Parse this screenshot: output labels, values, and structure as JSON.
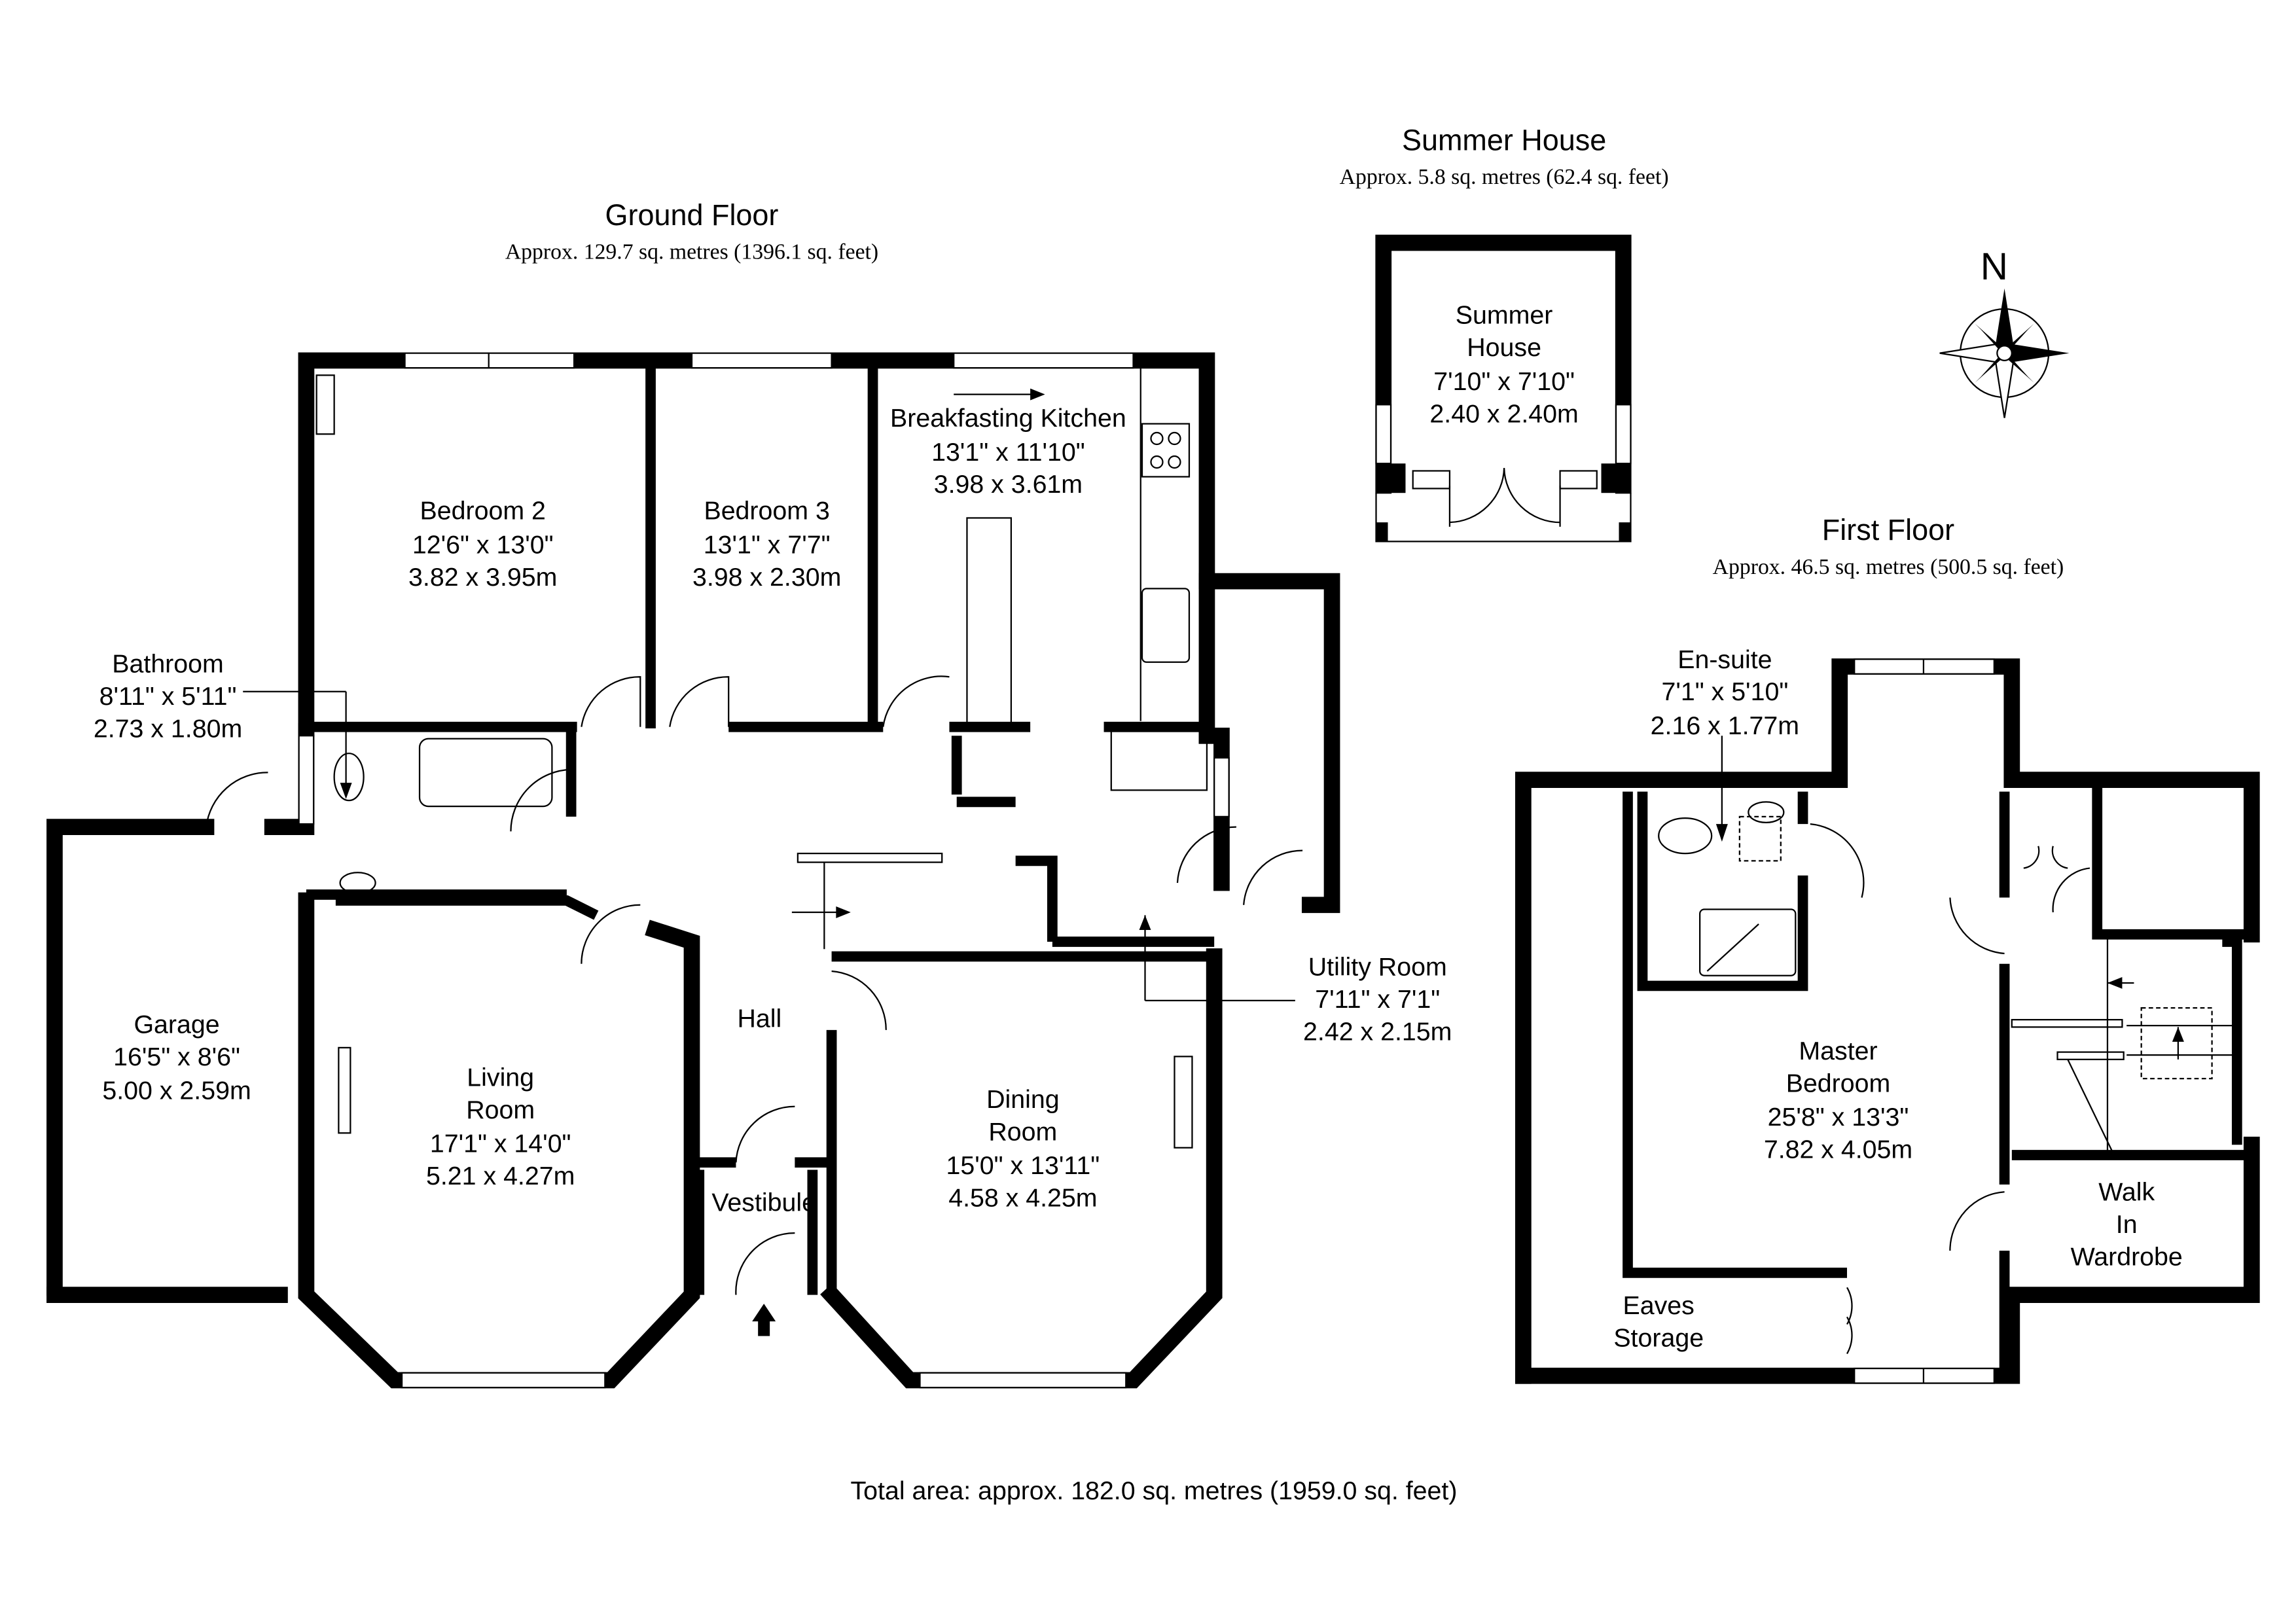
{
  "ground_floor": {
    "title": "Ground Floor",
    "area": "Approx. 129.7 sq. metres (1396.1 sq. feet)"
  },
  "summer_house_block": {
    "title": "Summer House",
    "area": "Approx. 5.8 sq. metres (62.4 sq. feet)"
  },
  "first_floor": {
    "title": "First Floor",
    "area": "Approx. 46.5 sq. metres (500.5 sq. feet)"
  },
  "compass": {
    "label": "N"
  },
  "rooms": {
    "bedroom2": {
      "name": "Bedroom 2",
      "imperial": "12'6\" x 13'0\"",
      "metric": "3.82 x 3.95m"
    },
    "bedroom3": {
      "name": "Bedroom 3",
      "imperial": "13'1\" x 7'7\"",
      "metric": "3.98 x 2.30m"
    },
    "kitchen": {
      "name": "Breakfasting Kitchen",
      "imperial": "13'1\" x 11'10\"",
      "metric": "3.98 x 3.61m"
    },
    "bathroom": {
      "name": "Bathroom",
      "imperial": "8'11\" x 5'11\"",
      "metric": "2.73 x 1.80m"
    },
    "garage": {
      "name": "Garage",
      "imperial": "16'5\" x 8'6\"",
      "metric": "5.00 x 2.59m"
    },
    "living": {
      "name1": "Living",
      "name2": "Room",
      "imperial": "17'1\" x 14'0\"",
      "metric": "5.21 x 4.27m"
    },
    "hall": {
      "name": "Hall"
    },
    "vestibule": {
      "name": "Vestibule"
    },
    "dining": {
      "name1": "Dining",
      "name2": "Room",
      "imperial": "15'0\" x 13'11\"",
      "metric": "4.58 x 4.25m"
    },
    "utility": {
      "name": "Utility Room",
      "imperial": "7'11\" x 7'1\"",
      "metric": "2.42 x 2.15m"
    },
    "summer_house": {
      "name1": "Summer",
      "name2": "House",
      "imperial": "7'10\" x 7'10\"",
      "metric": "2.40 x 2.40m"
    },
    "ensuite": {
      "name": "En-suite",
      "imperial": "7'1\" x 5'10\"",
      "metric": "2.16 x 1.77m"
    },
    "master": {
      "name1": "Master",
      "name2": "Bedroom",
      "imperial": "25'8\" x 13'3\"",
      "metric": "7.82 x 4.05m"
    },
    "wardrobe": {
      "name1": "Walk",
      "name2": "In",
      "name3": "Wardrobe"
    },
    "eaves": {
      "name1": "Eaves",
      "name2": "Storage"
    }
  },
  "total_area": "Total area: approx. 182.0 sq. metres (1959.0 sq. feet)"
}
